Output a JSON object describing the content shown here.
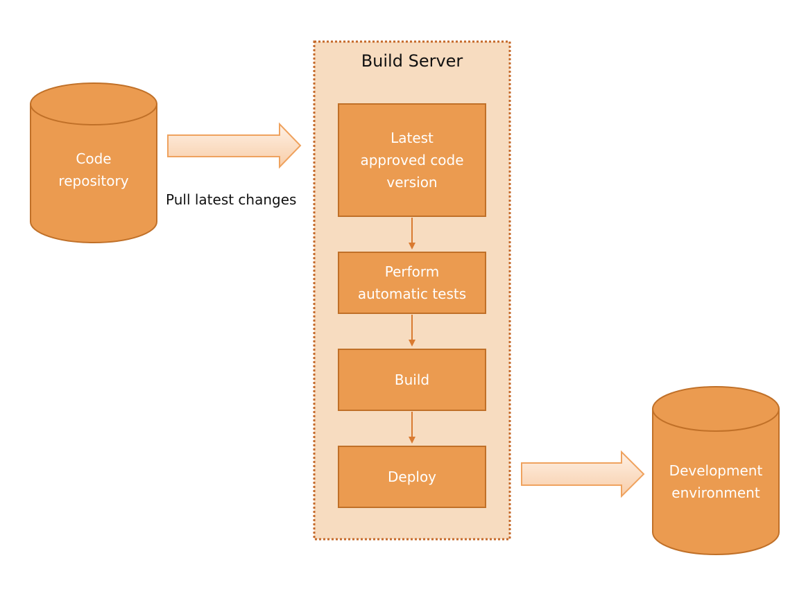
{
  "title": "Build Server",
  "nodes": {
    "code_repository": "Code\nrepository",
    "development_environment": "Development\nenvironment"
  },
  "pull_label": "Pull latest changes",
  "steps": [
    "Latest\napproved code\nversion",
    "Perform\nautomatic tests",
    "Build",
    "Deploy"
  ],
  "colors": {
    "node_fill": "#EB9B50",
    "node_stroke": "#C07028",
    "server_fill": "#F7DCC0",
    "server_border": "#C4692A",
    "block_arrow_fill": "#FBDCC4",
    "connector": "#D97A30"
  }
}
